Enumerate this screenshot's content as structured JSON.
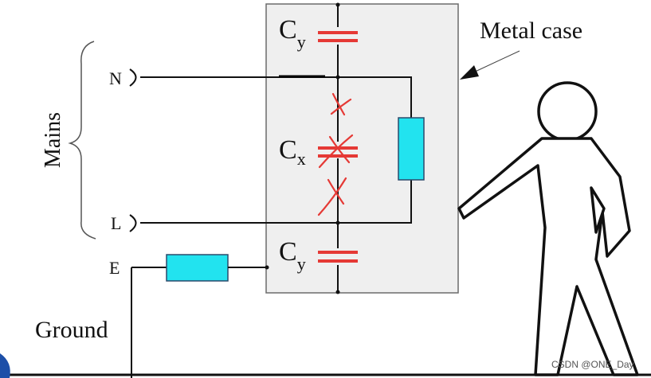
{
  "labels": {
    "mains": "Mains",
    "neutral": "N",
    "line": "L",
    "earth": "E",
    "ground": "Ground",
    "metal_case": "Metal case"
  },
  "capacitors": {
    "cy_top": {
      "main": "C",
      "sub": "y"
    },
    "cx": {
      "main": "C",
      "sub": "x"
    },
    "cy_bottom": {
      "main": "C",
      "sub": "y"
    }
  },
  "watermark": "CSDN @ONE_Day",
  "colors": {
    "wire": "#111111",
    "case_fill": "#efefef",
    "case_border": "#6b6b6b",
    "capacitor": "#e53935",
    "annotation": "#e53935",
    "resistor_fill": "#22e3ef",
    "resistor_border": "#2b4a6b",
    "person_outline": "#111111",
    "blue_corner": "#1d4fa8"
  }
}
